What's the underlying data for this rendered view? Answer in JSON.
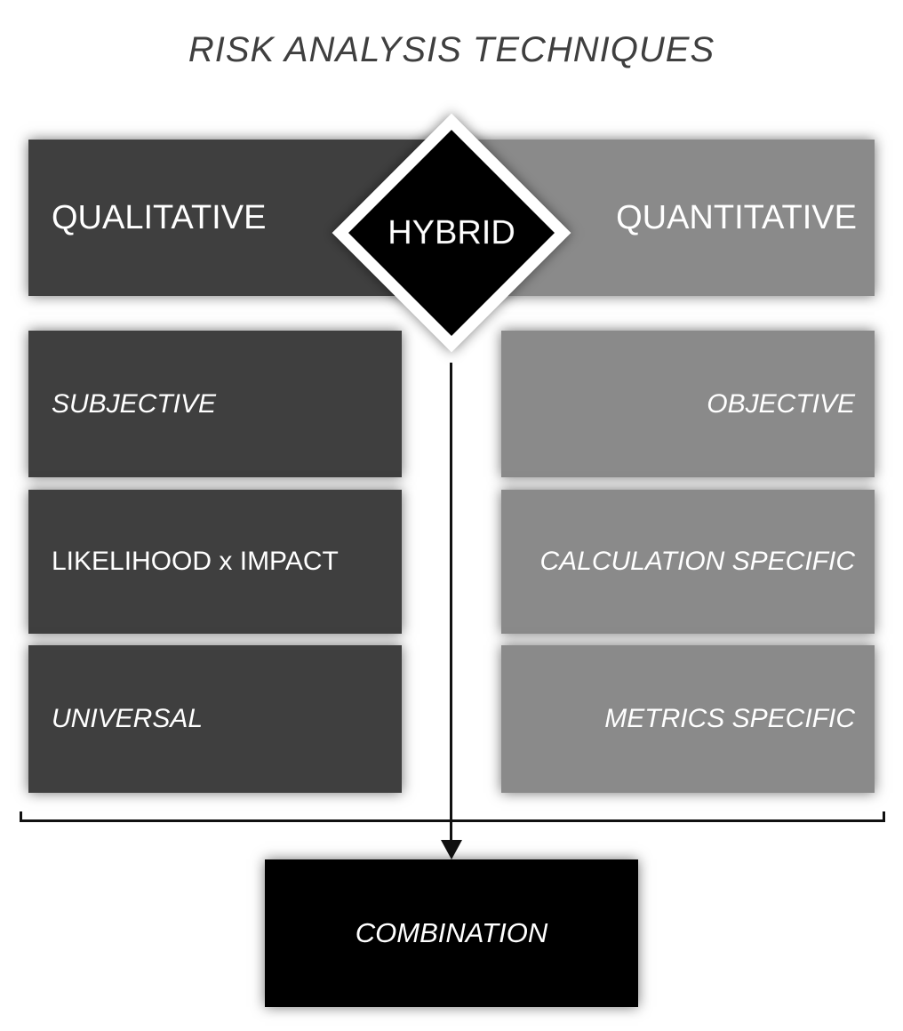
{
  "title": "RISK ANALYSIS TECHNIQUES",
  "banner": {
    "qualitative": "QUALITATIVE",
    "hybrid": "HYBRID",
    "quantitative": "QUANTITATIVE"
  },
  "qualitative_items": [
    "SUBJECTIVE",
    "LIKELIHOOD x IMPACT",
    "UNIVERSAL"
  ],
  "quantitative_items": [
    "OBJECTIVE",
    "CALCULATION SPECIFIC",
    "METRICS SPECIFIC"
  ],
  "result": {
    "combination": "COMBINATION"
  },
  "colors": {
    "qualitative_fill": "#3f3f3f",
    "quantitative_fill": "#8a8a8a",
    "hybrid_fill": "#000000",
    "combination_fill": "#000000",
    "label_text": "#ffffff",
    "title_text": "#3f3f3f",
    "connector": "#111111"
  }
}
